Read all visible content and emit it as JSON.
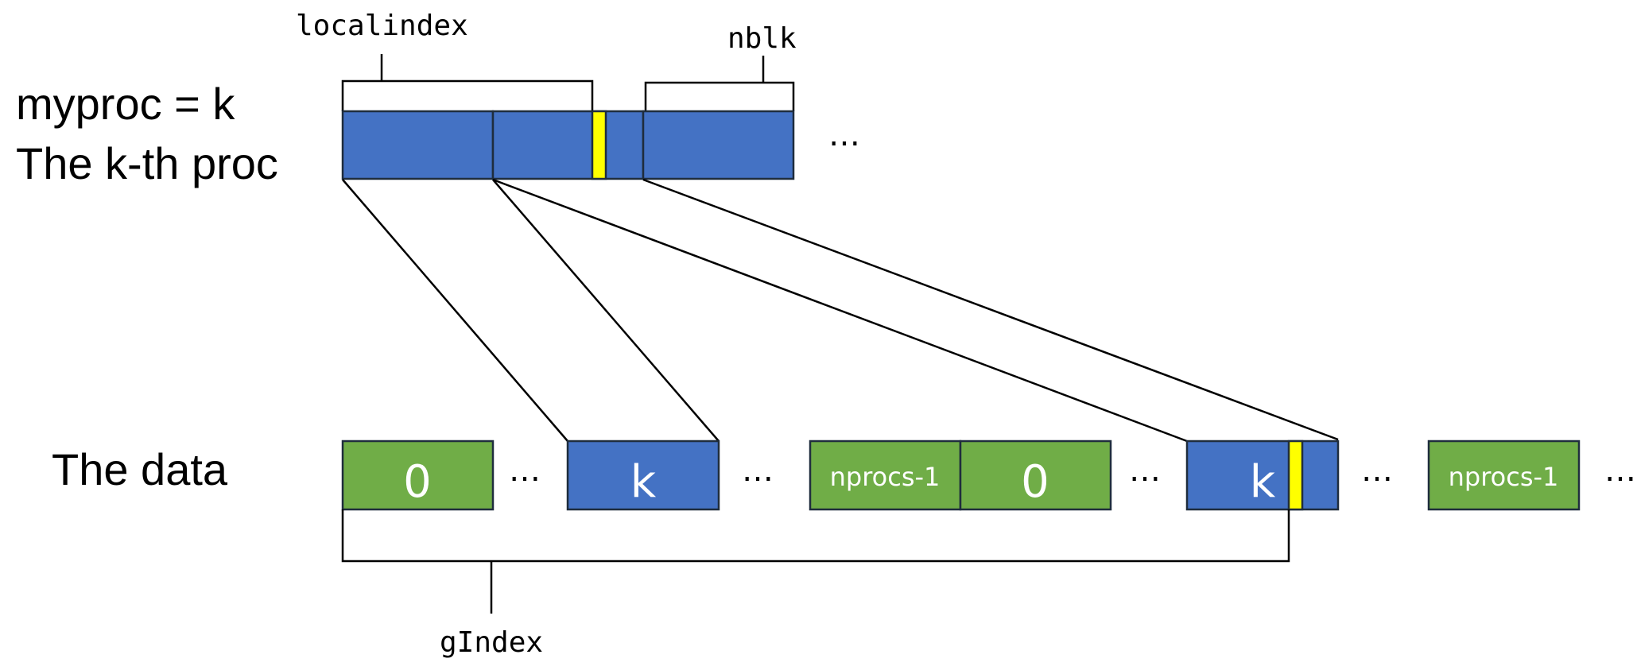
{
  "colors": {
    "blue": "#4472c4",
    "green": "#70ad47",
    "yellow": "#ffff00",
    "stroke": "#1f2d3d",
    "line": "#000000"
  },
  "local": {
    "line1": "myproc = k",
    "line2": "The k-th proc",
    "localindex_label": "localindex",
    "nblk_label": "nblk",
    "ellipsis": "…"
  },
  "data_row": {
    "label": "The data",
    "ellipsis": "…",
    "blocks": [
      {
        "text": "0",
        "color": "green"
      },
      {
        "text": "k",
        "color": "blue"
      },
      {
        "text": "nprocs-1",
        "color": "green"
      },
      {
        "text": "0",
        "color": "green"
      },
      {
        "text": "k",
        "color": "blue",
        "highlight": true
      },
      {
        "text": "nprocs-1",
        "color": "green"
      }
    ]
  },
  "gindex_label": "gIndex"
}
